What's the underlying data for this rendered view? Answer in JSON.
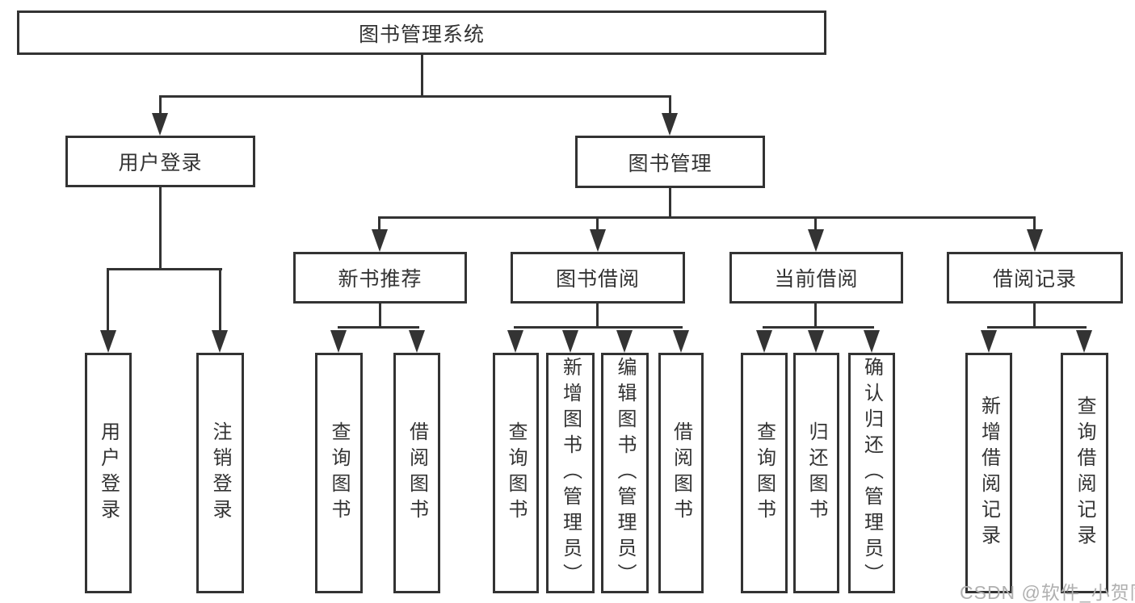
{
  "watermark": "CSDN @软件_小贺同学",
  "colors": {
    "line": "#333333",
    "text": "#333333",
    "watermark": "#b0b0b0",
    "background": "#ffffff"
  },
  "tree": {
    "root": {
      "label": "图书管理系统"
    },
    "branches": [
      {
        "label": "用户登录",
        "children": [
          {
            "label": "用户登录"
          },
          {
            "label": "注销登录"
          }
        ]
      },
      {
        "label": "图书管理",
        "children": [
          {
            "label": "新书推荐",
            "children": [
              {
                "label": "查询图书"
              },
              {
                "label": "借阅图书"
              }
            ]
          },
          {
            "label": "图书借阅",
            "children": [
              {
                "label": "查询图书"
              },
              {
                "label": "新增图书（管理员）"
              },
              {
                "label": "编辑图书（管理员）"
              },
              {
                "label": "借阅图书"
              }
            ]
          },
          {
            "label": "当前借阅",
            "children": [
              {
                "label": "查询图书"
              },
              {
                "label": "归还图书"
              },
              {
                "label": "确认归还（管理员）"
              }
            ]
          },
          {
            "label": "借阅记录",
            "children": [
              {
                "label": "新增借阅记录"
              },
              {
                "label": "查询借阅记录"
              }
            ]
          }
        ]
      }
    ]
  }
}
